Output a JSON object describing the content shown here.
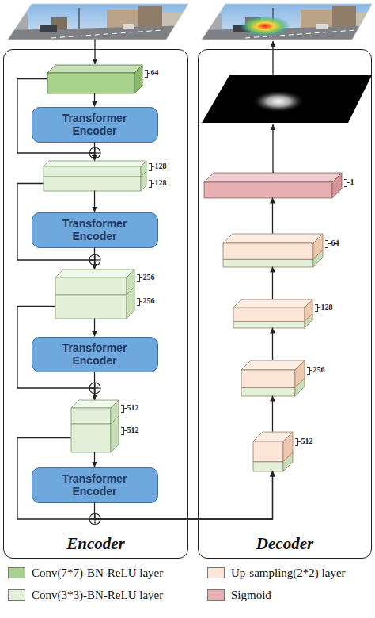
{
  "diagram": {
    "nodes": [
      {
        "text": [
          "Encoder"
        ]
      },
      {
        "text": [
          "64"
        ],
        "in": 0
      },
      {
        "text": [
          "Transformer Encoder"
        ],
        "in": 0
      },
      {
        "text": [
          "128"
        ],
        "in": 0
      },
      {
        "text": [
          "128"
        ],
        "in": 0
      },
      {
        "text": [
          "Transformer Encoder"
        ],
        "in": 0
      },
      {
        "text": [
          "256"
        ],
        "in": 0
      },
      {
        "text": [
          "256"
        ],
        "in": 0
      },
      {
        "text": [
          "Transformer Encoder"
        ],
        "in": 0
      },
      {
        "text": [
          "512"
        ],
        "in": 0
      },
      {
        "text": [
          "512"
        ],
        "in": 0
      },
      {
        "text": [
          "Transformer Encoder"
        ],
        "in": 0
      },
      {
        "text": [
          "Decoder"
        ]
      },
      {
        "text": [
          "512"
        ],
        "in": 12
      },
      {
        "text": [
          "256"
        ],
        "in": 12
      },
      {
        "text": [
          "128"
        ],
        "in": 12
      },
      {
        "text": [
          "64"
        ],
        "in": 12
      },
      {
        "text": [
          "1"
        ],
        "in": 12
      }
    ],
    "edges": [
      {
        "from": 1,
        "to": 2,
        "arrow": "to"
      },
      {
        "from": 2,
        "to": 3,
        "arrow": "to"
      },
      {
        "from": 1,
        "to": 3,
        "arrow": "to"
      },
      {
        "from": 4,
        "to": 5,
        "arrow": "to"
      },
      {
        "from": 5,
        "to": 6,
        "arrow": "to"
      },
      {
        "from": 4,
        "to": 6,
        "arrow": "to"
      },
      {
        "from": 7,
        "to": 8,
        "arrow": "to"
      },
      {
        "from": 8,
        "to": 9,
        "arrow": "to"
      },
      {
        "from": 7,
        "to": 9,
        "arrow": "to"
      },
      {
        "from": 10,
        "to": 11,
        "arrow": "to"
      },
      {
        "from": 11,
        "to": 13,
        "arrow": "to"
      },
      {
        "from": 10,
        "to": 13,
        "arrow": "to"
      },
      {
        "from": 13,
        "to": 14,
        "arrow": "to"
      },
      {
        "from": 14,
        "to": 15,
        "arrow": "to"
      },
      {
        "from": 15,
        "to": 16,
        "arrow": "to"
      },
      {
        "from": 16,
        "to": 17,
        "arrow": "to"
      }
    ],
    "legend": [
      {
        "text": "Conv(7*7)-BN-ReLU layer",
        "color": "#a9d18e"
      },
      {
        "text": "Conv(3*3)-BN-ReLU layer",
        "color": "#e2f0d9"
      },
      {
        "text": "Up-sampling(2*2) layer",
        "color": "#fbe5d6"
      },
      {
        "text": "Sigmoid",
        "color": "#e6b0b2"
      }
    ]
  }
}
